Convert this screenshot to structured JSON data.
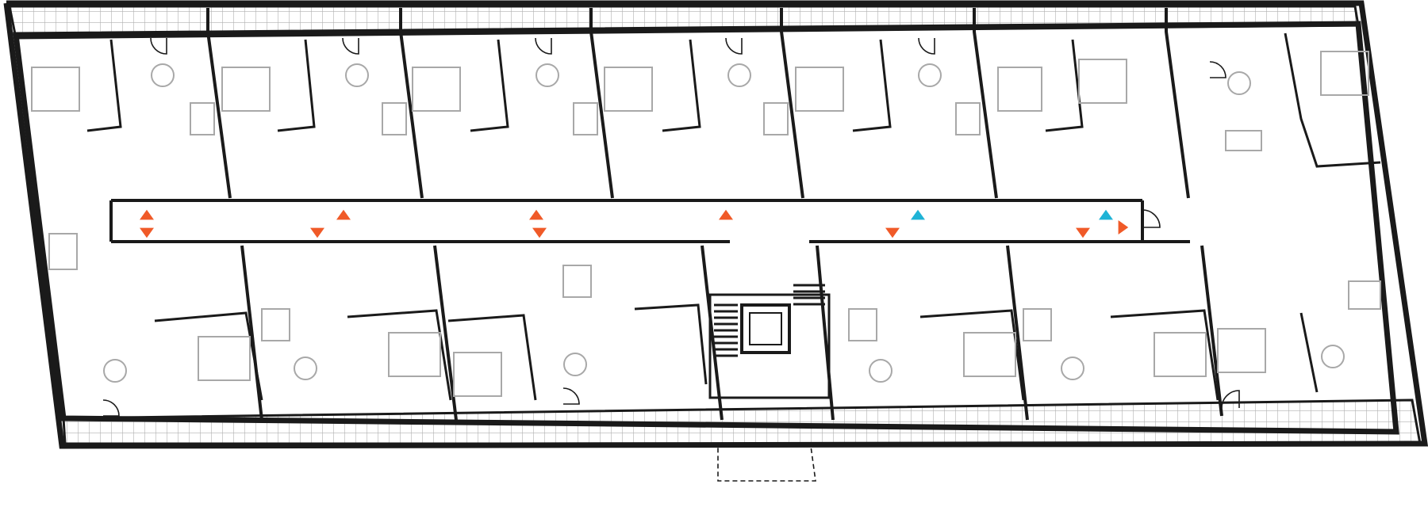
{
  "plan": {
    "colors": {
      "wall": "#1a1a1a",
      "furniture": "#a8a8a8",
      "tile": "#b0b0b0",
      "entrance_marker": "#f05a28",
      "accessible_marker": "#1fb3d6",
      "background": "#ffffff"
    },
    "markers": [
      {
        "type": "entrance",
        "dir": "up"
      },
      {
        "type": "entrance",
        "dir": "down"
      },
      {
        "type": "entrance",
        "dir": "down"
      },
      {
        "type": "entrance",
        "dir": "up"
      },
      {
        "type": "entrance",
        "dir": "up"
      },
      {
        "type": "entrance",
        "dir": "down"
      },
      {
        "type": "entrance",
        "dir": "up"
      },
      {
        "type": "entrance",
        "dir": "down"
      },
      {
        "type": "accessible",
        "dir": "up"
      },
      {
        "type": "entrance",
        "dir": "down"
      },
      {
        "type": "accessible",
        "dir": "up"
      },
      {
        "type": "entrance",
        "dir": "right"
      }
    ]
  }
}
